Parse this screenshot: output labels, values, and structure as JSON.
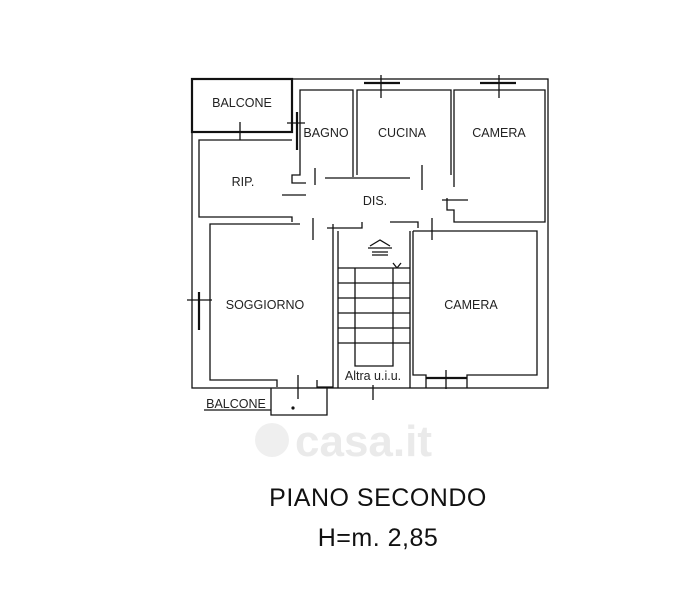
{
  "rooms": {
    "balcone_top": "BALCONE",
    "bagno": "BAGNO",
    "cucina": "CUCINA",
    "camera_top": "CAMERA",
    "rip": "RIP.",
    "dis": "DIS.",
    "soggiorno": "SOGGIORNO",
    "camera_bottom": "CAMERA",
    "altra_uiu": "Altra u.i.u.",
    "balcone_bottom": "BALCONE"
  },
  "watermark": "casa.it",
  "caption": {
    "floor": "PIANO SECONDO",
    "height": "H=m. 2,85"
  }
}
